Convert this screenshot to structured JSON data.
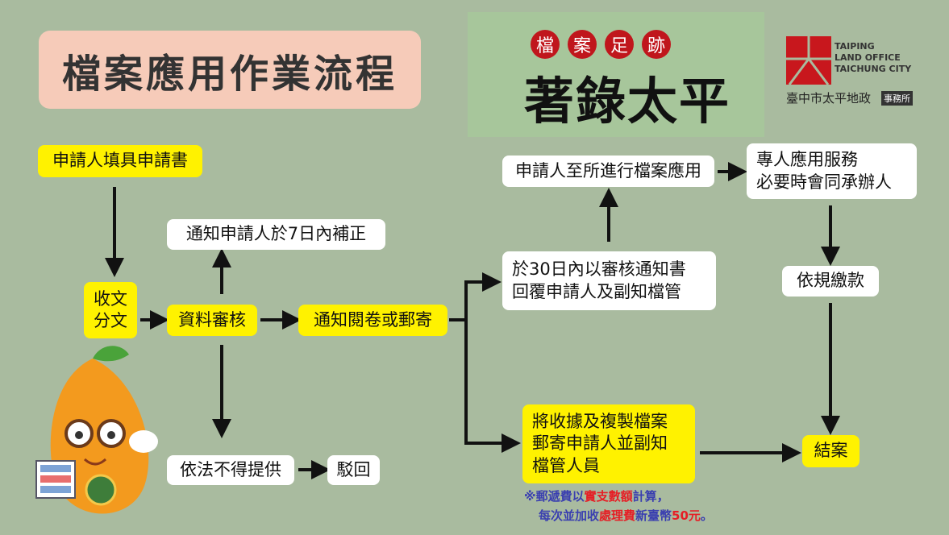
{
  "title": "檔案應用作業流程",
  "logo": {
    "seals": [
      "檔",
      "案",
      "足",
      "跡"
    ],
    "calligraphy": "著錄太平"
  },
  "org": {
    "english": "TAIPING\nLAND OFFICE\nTAICHUNG CITY",
    "chinese": "臺中市太平地政",
    "tag": "事務所"
  },
  "steps": {
    "apply": "申請人填具申請書",
    "receive": "收文\n分文",
    "review": "資料審核",
    "supplement": "通知申請人於7日內補正",
    "notify": "通知閱卷或郵寄",
    "deny_law": "依法不得提供",
    "reject": "駁回",
    "reply30": "於30日內以審核通知書\n回覆申請人及副知檔管",
    "visit": "申請人至所進行檔案應用",
    "service": "專人應用服務\n必要時會同承辦人",
    "pay": "依規繳款",
    "mail": "將收據及複製檔案\n郵寄申請人並副知\n檔管人員",
    "close": "結案"
  },
  "note": {
    "line1_a": "※郵遞費以",
    "line1_b": "實支數額",
    "line1_c": "計算，",
    "line2_a": "每次並加收",
    "line2_b": "處理費",
    "line2_c": "新臺幣",
    "line2_d": "50元",
    "line2_e": "。"
  },
  "colors": {
    "background": "#a9bb9f",
    "highlight": "#fff200",
    "title_bg": "#f6cbb9",
    "note_blue": "#3a3fb0",
    "note_red": "#e61e25"
  }
}
